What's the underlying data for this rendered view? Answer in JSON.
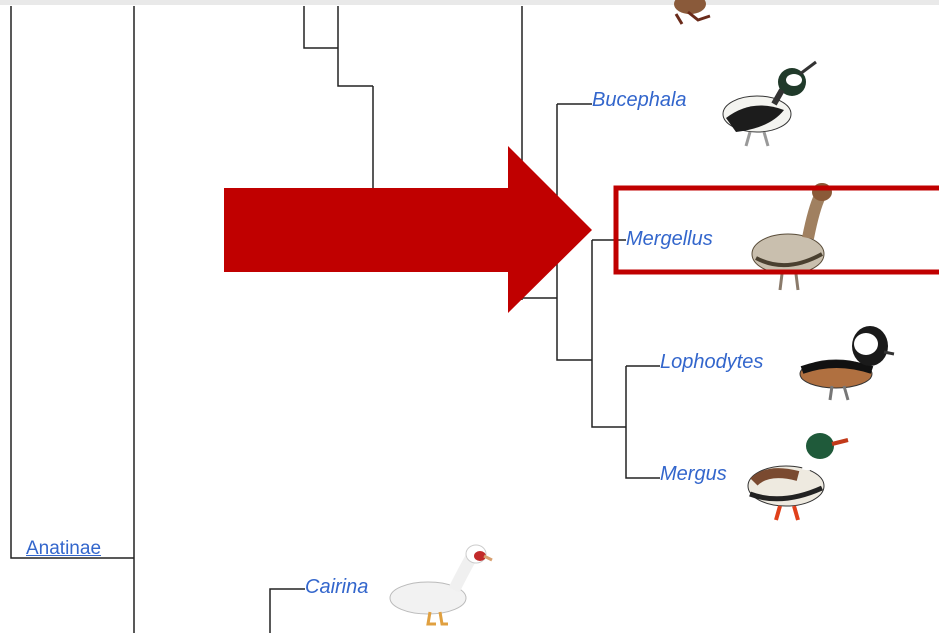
{
  "tree": {
    "clade_label": "Anatinae",
    "taxa": {
      "bucephala": "Bucephala",
      "mergellus": "Mergellus",
      "lophodytes": "Lophodytes",
      "mergus": "Mergus",
      "cairina": "Cairina"
    }
  },
  "annotation": {
    "arrow_color": "#c00000",
    "highlight_color": "#c00000",
    "highlighted_taxon": "Mergellus"
  },
  "colors": {
    "link": "#3366cc",
    "branch": "#222222"
  }
}
